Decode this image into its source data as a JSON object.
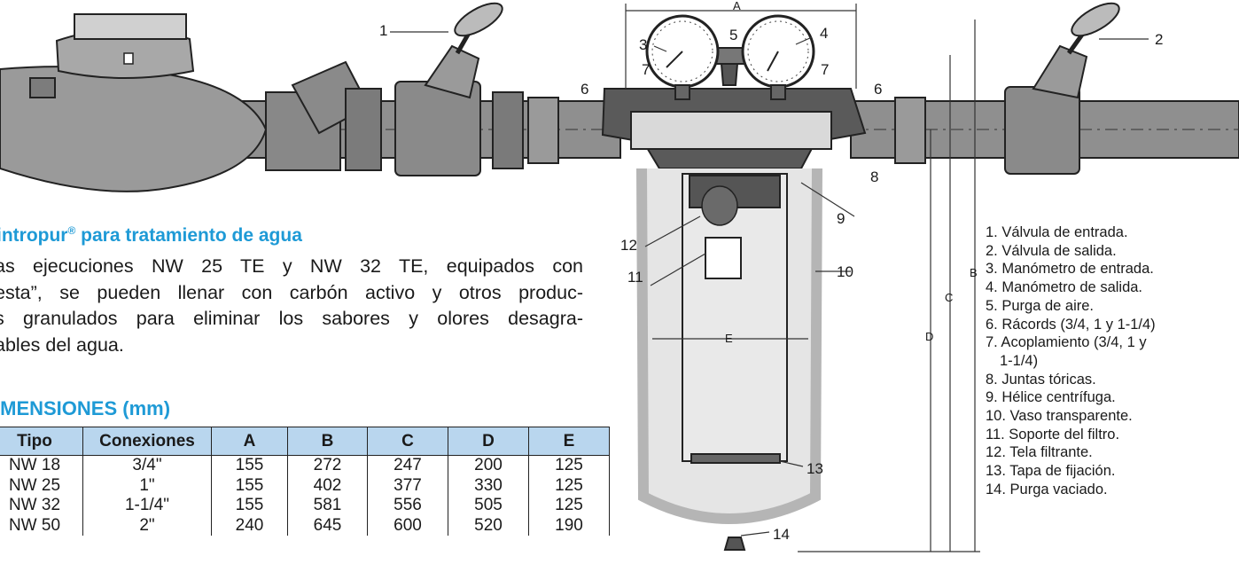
{
  "heading": {
    "brand": "intropur",
    "mark": "®",
    "rest": " para tratamiento de agua"
  },
  "paragraph_lines": [
    "as ejecuciones NW 25 TE y NW 32 TE, equipados con",
    "esta”, se pueden llenar con carbón activo y otros produc-",
    "s granulados para eliminar los sabores y olores desagra-",
    "ables del agua."
  ],
  "dimensions_title": "IMENSIONES (mm)",
  "table": {
    "headers": [
      "Tipo",
      "Conexiones",
      "A",
      "B",
      "C",
      "D",
      "E"
    ],
    "rows": [
      [
        "NW 18",
        "3/4\"",
        "155",
        "272",
        "247",
        "200",
        "125"
      ],
      [
        "NW 25",
        "1\"",
        "155",
        "402",
        "377",
        "330",
        "125"
      ],
      [
        "NW 32",
        "1-1/4\"",
        "155",
        "581",
        "556",
        "505",
        "125"
      ],
      [
        "NW 50",
        "2\"",
        "240",
        "645",
        "600",
        "520",
        "190"
      ]
    ]
  },
  "legend": [
    "1. Válvula de entrada.",
    "2. Válvula de salida.",
    "3. Manómetro de entrada.",
    "4. Manómetro de salida.",
    "5. Purga de aire.",
    "6. Rácords (3/4, 1 y 1-1/4)",
    "7. Acoplamiento (3/4, 1 y",
    "1-1/4)",
    "8. Juntas tóricas.",
    "9. Hélice centrífuga.",
    "10. Vaso transparente.",
    "11. Soporte del filtro.",
    "12. Tela filtrante.",
    "13. Tapa de fijación.",
    "14. Purga vaciado."
  ],
  "callouts": {
    "c1": "1",
    "c2": "2",
    "c3": "3",
    "c4": "4",
    "c5": "5",
    "c6a": "6",
    "c6b": "6",
    "c7a": "7",
    "c7b": "7",
    "c8": "8",
    "c9": "9",
    "c10": "10",
    "c11": "11",
    "c12": "12",
    "c13": "13",
    "c14": "14"
  },
  "dimension_labels": {
    "A": "A",
    "B": "B",
    "C": "C",
    "D": "D",
    "E": "E"
  },
  "colors": {
    "accent": "#1e9ad6",
    "table_header": "#b9d6ee",
    "pipe": "#8f8f8f",
    "housing": "#5a5a5a",
    "bowl": "#c9c9c9"
  }
}
